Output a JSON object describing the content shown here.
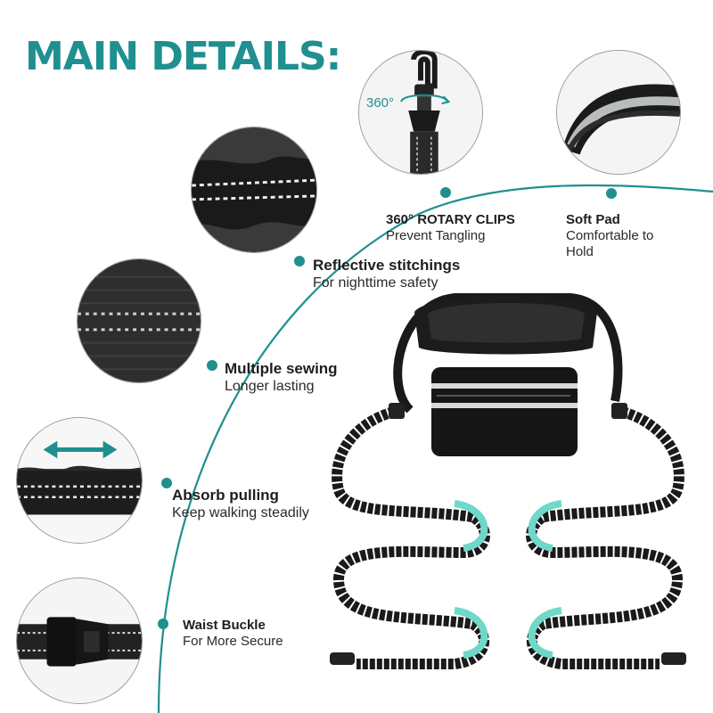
{
  "title": "MAIN DETAILS:",
  "colors": {
    "accent": "#1f8f8f",
    "mint": "#6fd8c8",
    "black": "#1a1a1a"
  },
  "rotary_label": "360°",
  "features": [
    {
      "head": "360°  ROTARY CLIPS",
      "sub": "Prevent Tangling"
    },
    {
      "head": "Soft Pad",
      "sub": "Comfortable to",
      "sub2": "Hold"
    },
    {
      "head": "Reflective stitchings",
      "sub": "For nighttime safety"
    },
    {
      "head": "Multiple sewing",
      "sub": "Longer lasting"
    },
    {
      "head": "Absorb pulling",
      "sub": "Keep walking steadily"
    },
    {
      "head": "Waist Buckle",
      "sub": "For More Secure"
    }
  ]
}
